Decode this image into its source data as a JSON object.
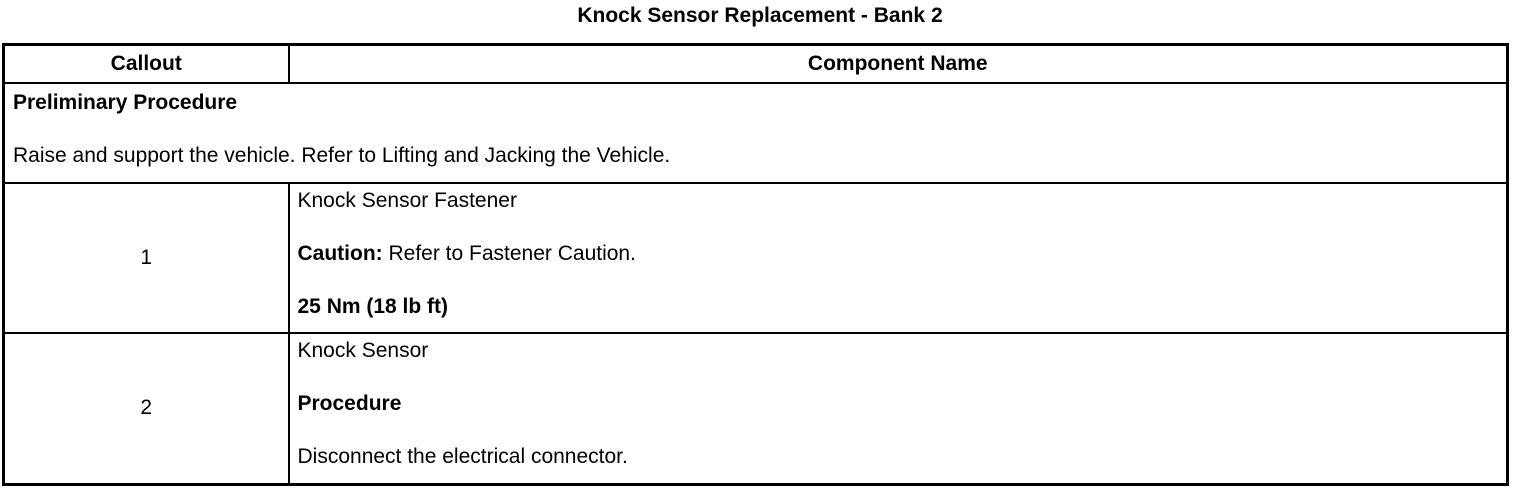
{
  "page": {
    "title": "Knock Sensor Replacement - Bank 2"
  },
  "table": {
    "headers": {
      "callout": "Callout",
      "component": "Component Name"
    },
    "preliminary": {
      "heading": "Preliminary Procedure",
      "text": "Raise and support the vehicle. Refer to Lifting and Jacking the Vehicle."
    },
    "rows": [
      {
        "callout": "1",
        "component": "Knock Sensor Fastener",
        "caution_label": "Caution:",
        "caution_text": " Refer to Fastener Caution.",
        "torque": "25 Nm (18 lb ft)"
      },
      {
        "callout": "2",
        "component": "Knock Sensor",
        "procedure_heading": "Procedure",
        "procedure_text": "Disconnect the electrical connector."
      }
    ]
  }
}
